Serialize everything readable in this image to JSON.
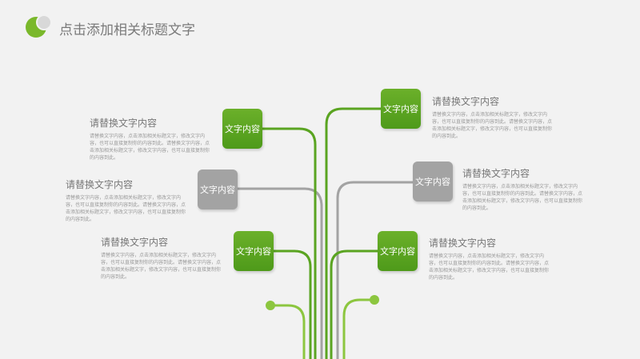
{
  "header": {
    "title": "点击添加相关标题文字"
  },
  "colors": {
    "green": "#5aa421",
    "light_green": "#8cc63f",
    "gray": "#a3a3a3"
  },
  "nodes": [
    {
      "id": "left-top",
      "label": "文字内容",
      "color": "green",
      "desc_title": "请替换文字内容",
      "desc_body": "请替换文字内容，点击添加相关标题文字，修改文字内容，也可以直接复制你的内容到此。请替换文字内容，点击添加相关标题文字，修改文字内容，也可以直接复制你的内容到此。"
    },
    {
      "id": "left-middle",
      "label": "文字内容",
      "color": "gray",
      "desc_title": "请替换文字内容",
      "desc_body": "请替换文字内容，点击添加相关标题文字，修改文字内容，也可以直接复制你的内容到此。请替换文字内容，点击添加相关标题文字，修改文字内容，也可以直接复制你的内容到此。"
    },
    {
      "id": "left-bottom",
      "label": "文字内容",
      "color": "green",
      "desc_title": "请替换文字内容",
      "desc_body": "请替换文字内容，点击添加相关标题文字，修改文字内容，也可以直接复制你的内容到此。请替换文字内容，点击添加相关标题文字，修改文字内容，也可以直接复制你的内容到此。"
    },
    {
      "id": "right-top",
      "label": "文字内容",
      "color": "green",
      "desc_title": "请替换文字内容",
      "desc_body": "请替换文字内容，点击添加相关标题文字，修改文字内容，也可以直接复制你的内容到此。请替换文字内容，点击添加相关标题文字，修改文字内容，也可以直接复制你的内容到此。"
    },
    {
      "id": "right-middle",
      "label": "文字内容",
      "color": "gray",
      "desc_title": "请替换文字内容",
      "desc_body": "请替换文字内容，点击添加相关标题文字，修改文字内容，也可以直接复制你的内容到此。请替换文字内容，点击添加相关标题文字，修改文字内容，也可以直接复制你的内容到此。"
    },
    {
      "id": "right-bottom",
      "label": "文字内容",
      "color": "green",
      "desc_title": "请替换文字内容",
      "desc_body": "请替换文字内容，点击添加相关标题文字，修改文字内容，也可以直接复制你的内容到此。请替换文字内容，点击添加相关标题文字，修改文字内容，也可以直接复制你的内容到此。"
    }
  ]
}
